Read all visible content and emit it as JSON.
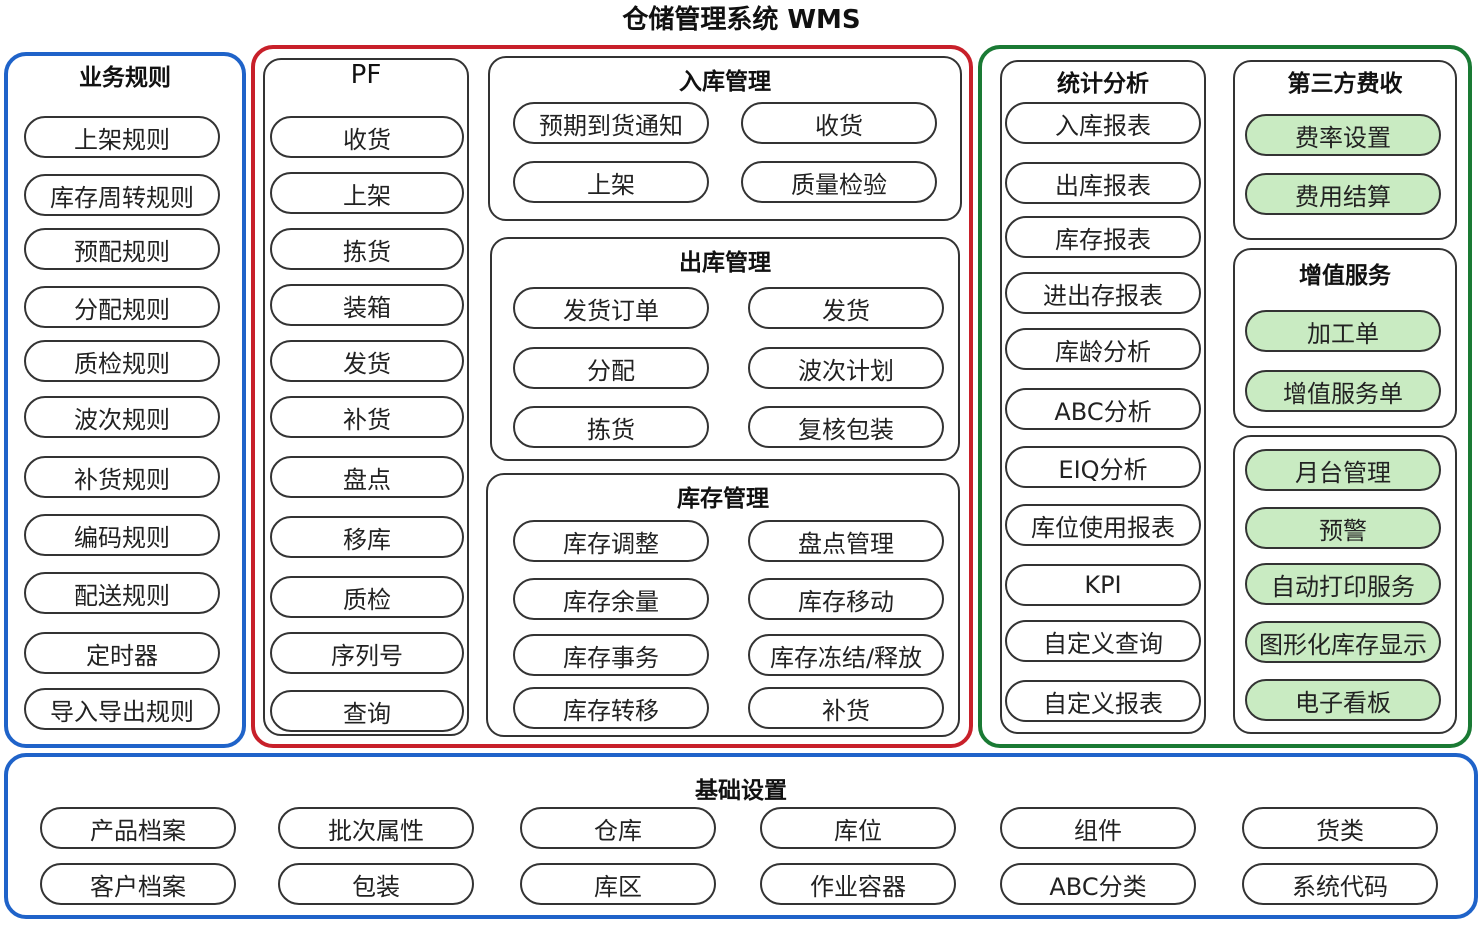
{
  "title": "仓储管理系统 WMS",
  "colors": {
    "blue": "#1f63c9",
    "red": "#c8202a",
    "green": "#1a7a34",
    "green_fill": "#c9ebc2"
  },
  "business_rules": {
    "title": "业务规则",
    "items": [
      "上架规则",
      "库存周转规则",
      "预配规则",
      "分配规则",
      "质检规则",
      "波次规则",
      "补货规则",
      "编码规则",
      "配送规则",
      "定时器",
      "导入导出规则"
    ]
  },
  "pf": {
    "title": "PF",
    "items": [
      "收货",
      "上架",
      "拣货",
      "装箱",
      "发货",
      "补货",
      "盘点",
      "移库",
      "质检",
      "序列号",
      "查询"
    ]
  },
  "inbound": {
    "title": "入库管理",
    "items": [
      "预期到货通知",
      "收货",
      "上架",
      "质量检验"
    ]
  },
  "outbound": {
    "title": "出库管理",
    "items": [
      "发货订单",
      "发货",
      "分配",
      "波次计划",
      "拣货",
      "复核包装"
    ]
  },
  "inventory": {
    "title": "库存管理",
    "items": [
      "库存调整",
      "盘点管理",
      "库存余量",
      "库存移动",
      "库存事务",
      "库存冻结/释放",
      "库存转移",
      "补货"
    ]
  },
  "statistics": {
    "title": "统计分析",
    "items": [
      "入库报表",
      "出库报表",
      "库存报表",
      "进出存报表",
      "库龄分析",
      "ABC分析",
      "EIQ分析",
      "库位使用报表",
      "KPI",
      "自定义查询",
      "自定义报表"
    ]
  },
  "third_party_billing": {
    "title": "第三方费收",
    "items": [
      "费率设置",
      "费用结算"
    ]
  },
  "value_added": {
    "title": "增值服务",
    "items": [
      "加工单",
      "增值服务单"
    ]
  },
  "misc_services": {
    "items": [
      "月台管理",
      "预警",
      "自动打印服务",
      "图形化库存显示",
      "电子看板"
    ]
  },
  "basic_settings": {
    "title": "基础设置",
    "items": [
      "产品档案",
      "批次属性",
      "仓库",
      "库位",
      "组件",
      "货类",
      "客户档案",
      "包装",
      "库区",
      "作业容器",
      "ABC分类",
      "系统代码"
    ]
  }
}
